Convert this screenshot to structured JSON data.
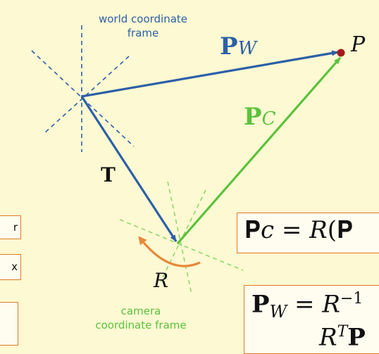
{
  "captions": {
    "world": "world coordinate\nframe",
    "world_line1": "world coordinate",
    "world_line2": "frame",
    "camera_line1": "camera",
    "camera_line2": "coordinate frame"
  },
  "labels": {
    "pw_main": "P",
    "pw_sub": "W",
    "pc_main": "P",
    "pc_sub": "C",
    "point": "P",
    "translation": "T",
    "rotation": "R"
  },
  "equations": {
    "eq1": "P_c = R(P_W − T)",
    "eq1_visible": "𝐏𝑐 = 𝑅(𝐏",
    "eq2_line1": "P_W = R^{-1}",
    "eq2_line2": "R^T P"
  },
  "side_boxes": [
    "r",
    "x",
    ""
  ],
  "colors": {
    "background": "#fdf9d2",
    "world": "#2d5fa8",
    "camera": "#5cc23d",
    "rotation": "#e8883a",
    "point": "#a51c1c",
    "box_border": "#e07a1f"
  },
  "icons": {
    "point_marker": "red-dot-icon",
    "rotation_arrow": "curved-arrow-icon"
  }
}
